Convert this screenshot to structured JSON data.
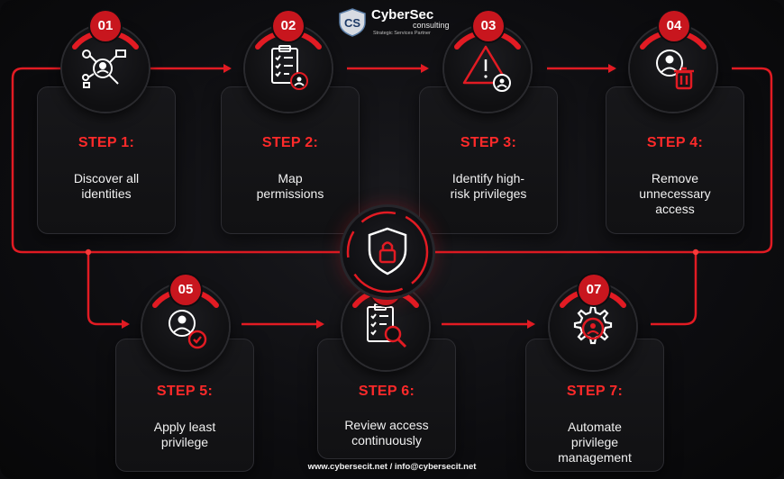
{
  "brand": {
    "logo_letters": "CS",
    "name": "CyberSec",
    "sub": "consulting",
    "tagline": "Strategic Services Partner"
  },
  "center_icon": "shield-lock-icon",
  "steps": [
    {
      "number": "01",
      "title": "STEP 1:",
      "desc_lines": [
        "Discover all",
        "identities"
      ],
      "icon": "identity-discovery-icon"
    },
    {
      "number": "02",
      "title": "STEP 2:",
      "desc_lines": [
        "Map",
        "permissions"
      ],
      "icon": "clipboard-user-icon"
    },
    {
      "number": "03",
      "title": "STEP 3:",
      "desc_lines": [
        "Identify high-",
        "risk privileges"
      ],
      "icon": "warning-user-icon"
    },
    {
      "number": "04",
      "title": "STEP 4:",
      "desc_lines": [
        "Remove",
        "unnecessary",
        "access"
      ],
      "icon": "user-trash-icon"
    },
    {
      "number": "05",
      "title": "STEP 5:",
      "desc_lines": [
        "Apply least",
        "privilege"
      ],
      "icon": "user-check-icon"
    },
    {
      "number": "06",
      "title": "STEP 6:",
      "desc_lines": [
        "Review access",
        "continuously"
      ],
      "icon": "clipboard-search-icon"
    },
    {
      "number": "07",
      "title": "STEP 7:",
      "desc_lines": [
        "Automate",
        "privilege",
        "management"
      ],
      "icon": "gear-user-icon"
    }
  ],
  "footer": "www.cybersecit.net / info@cybersecit.net",
  "colors": {
    "accent": "#e21b23",
    "background": "#0d0d10",
    "card": "#141417"
  }
}
